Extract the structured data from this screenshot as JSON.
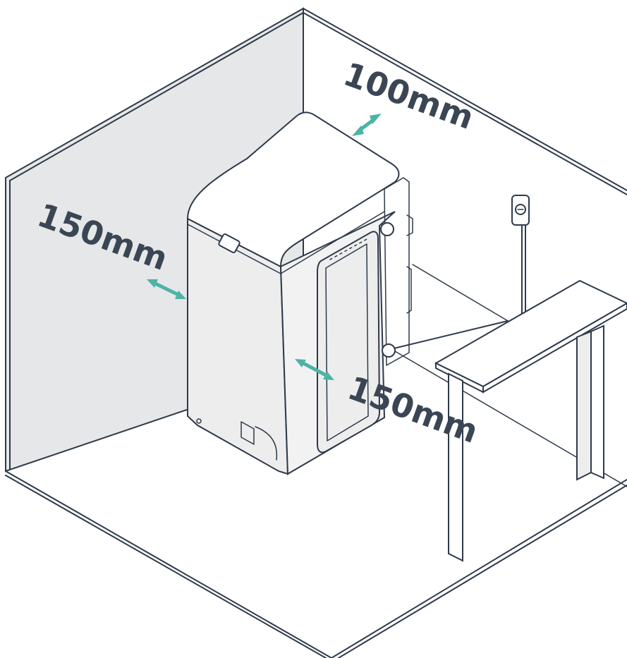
{
  "labels": {
    "back_clearance": "100mm",
    "left_clearance": "150mm",
    "right_clearance": "150mm"
  },
  "colors": {
    "arrow": "#4db3a6",
    "wall_shade": "#e6e7e8",
    "unit_shade": "#ededee",
    "outline": "#2e3a4a",
    "label": "#3a4654"
  },
  "icons": {
    "socket": "wall-socket-icon"
  }
}
